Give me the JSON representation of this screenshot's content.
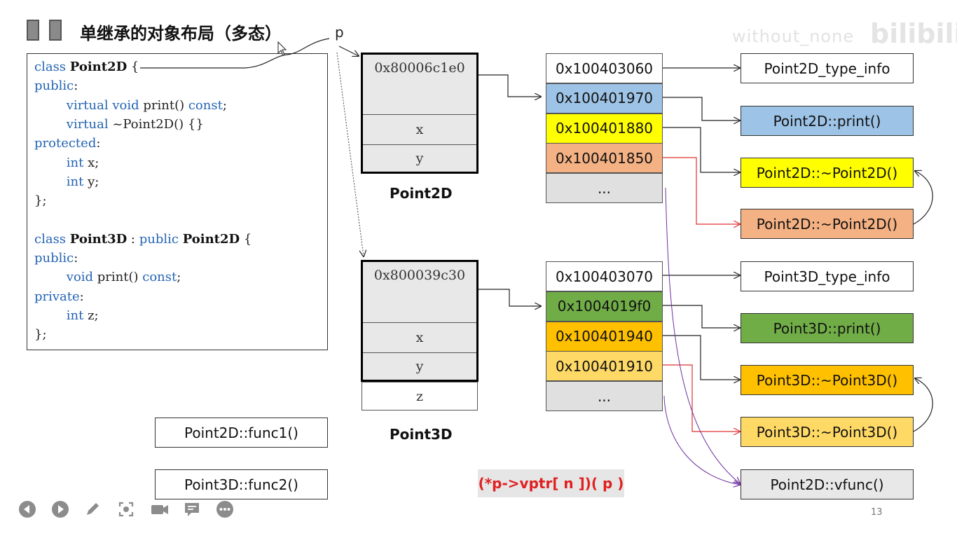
{
  "title": "单继承的对象布局（多态）",
  "pointer_label": "p",
  "watermark": {
    "text": "without_none",
    "logo": "bilibili"
  },
  "code": {
    "lines": [
      [
        {
          "t": "class ",
          "c": "kw"
        },
        {
          "t": "Point2D",
          "c": "cls"
        },
        {
          "t": " {",
          "c": "pl"
        }
      ],
      [
        {
          "t": "public",
          "c": "kw"
        },
        {
          "t": ":",
          "c": "pl"
        }
      ],
      [
        {
          "t": "        virtual void ",
          "c": "kw"
        },
        {
          "t": "print() ",
          "c": "pl"
        },
        {
          "t": "const",
          "c": "kw"
        },
        {
          "t": ";",
          "c": "pl"
        }
      ],
      [
        {
          "t": "        virtual ",
          "c": "kw"
        },
        {
          "t": "~Point2D() {}",
          "c": "pl"
        }
      ],
      [
        {
          "t": "protected",
          "c": "kw"
        },
        {
          "t": ":",
          "c": "pl"
        }
      ],
      [
        {
          "t": "        int ",
          "c": "kw"
        },
        {
          "t": "x;",
          "c": "pl"
        }
      ],
      [
        {
          "t": "        int ",
          "c": "kw"
        },
        {
          "t": "y;",
          "c": "pl"
        }
      ],
      [
        {
          "t": "};",
          "c": "pl"
        }
      ],
      [
        {
          "t": "",
          "c": "pl"
        }
      ],
      [
        {
          "t": "class ",
          "c": "kw"
        },
        {
          "t": "Point3D",
          "c": "cls"
        },
        {
          "t": " : ",
          "c": "pl"
        },
        {
          "t": "public ",
          "c": "kw"
        },
        {
          "t": "Point2D",
          "c": "cls"
        },
        {
          "t": " {",
          "c": "pl"
        }
      ],
      [
        {
          "t": "public",
          "c": "kw"
        },
        {
          "t": ":",
          "c": "pl"
        }
      ],
      [
        {
          "t": "        void ",
          "c": "kw"
        },
        {
          "t": "print() ",
          "c": "pl"
        },
        {
          "t": "const",
          "c": "kw"
        },
        {
          "t": ";",
          "c": "pl"
        }
      ],
      [
        {
          "t": "private",
          "c": "kw"
        },
        {
          "t": ":",
          "c": "pl"
        }
      ],
      [
        {
          "t": "        int ",
          "c": "kw"
        },
        {
          "t": "z;",
          "c": "pl"
        }
      ],
      [
        {
          "t": "};",
          "c": "pl"
        }
      ]
    ]
  },
  "objects": {
    "point2d": {
      "label": "Point2D",
      "vptr": "0x80006c1e0",
      "fields": [
        "x",
        "y"
      ]
    },
    "point3d": {
      "label": "Point3D",
      "vptr": "0x800039c30",
      "fields": [
        "x",
        "y",
        "z"
      ]
    }
  },
  "vtables": {
    "point2d": [
      {
        "addr": "0x100403060",
        "color": "#ffffff"
      },
      {
        "addr": "0x100401970",
        "color": "#9dc3e6"
      },
      {
        "addr": "0x100401880",
        "color": "#ffff00"
      },
      {
        "addr": "0x100401850",
        "color": "#f4b183"
      },
      {
        "addr": "...",
        "color": "#e0e0e0"
      }
    ],
    "point3d": [
      {
        "addr": "0x100403070",
        "color": "#ffffff"
      },
      {
        "addr": "0x1004019f0",
        "color": "#70ad47"
      },
      {
        "addr": "0x100401940",
        "color": "#ffc000"
      },
      {
        "addr": "0x100401910",
        "color": "#ffd966"
      },
      {
        "addr": "...",
        "color": "#e0e0e0"
      }
    ]
  },
  "functions": {
    "point2d_type_info": {
      "label": "Point2D_type_info",
      "color": "#ffffff"
    },
    "point2d_print": {
      "label": "Point2D::print()",
      "color": "#9dc3e6"
    },
    "point2d_dtor1": {
      "label": "Point2D::~Point2D()",
      "color": "#ffff00"
    },
    "point2d_dtor2": {
      "label": "Point2D::~Point2D()",
      "color": "#f4b183"
    },
    "point3d_type_info": {
      "label": "Point3D_type_info",
      "color": "#ffffff"
    },
    "point3d_print": {
      "label": "Point3D::print()",
      "color": "#70ad47"
    },
    "point3d_dtor1": {
      "label": "Point3D::~Point3D()",
      "color": "#ffc000"
    },
    "point3d_dtor2": {
      "label": "Point3D::~Point3D()",
      "color": "#ffd966"
    },
    "point2d_vfunc": {
      "label": "Point2D::vfunc()",
      "color": "#e8e8e8"
    }
  },
  "extra_funcs": {
    "func1": "Point2D::func1()",
    "func2": "Point3D::func2()"
  },
  "formula": "(*p->vptr[ n ])( p )",
  "page_number": "13",
  "controls": [
    "prev-icon",
    "next-icon",
    "pen-icon",
    "screenshot-icon",
    "camera-icon",
    "comment-icon",
    "more-icon"
  ]
}
